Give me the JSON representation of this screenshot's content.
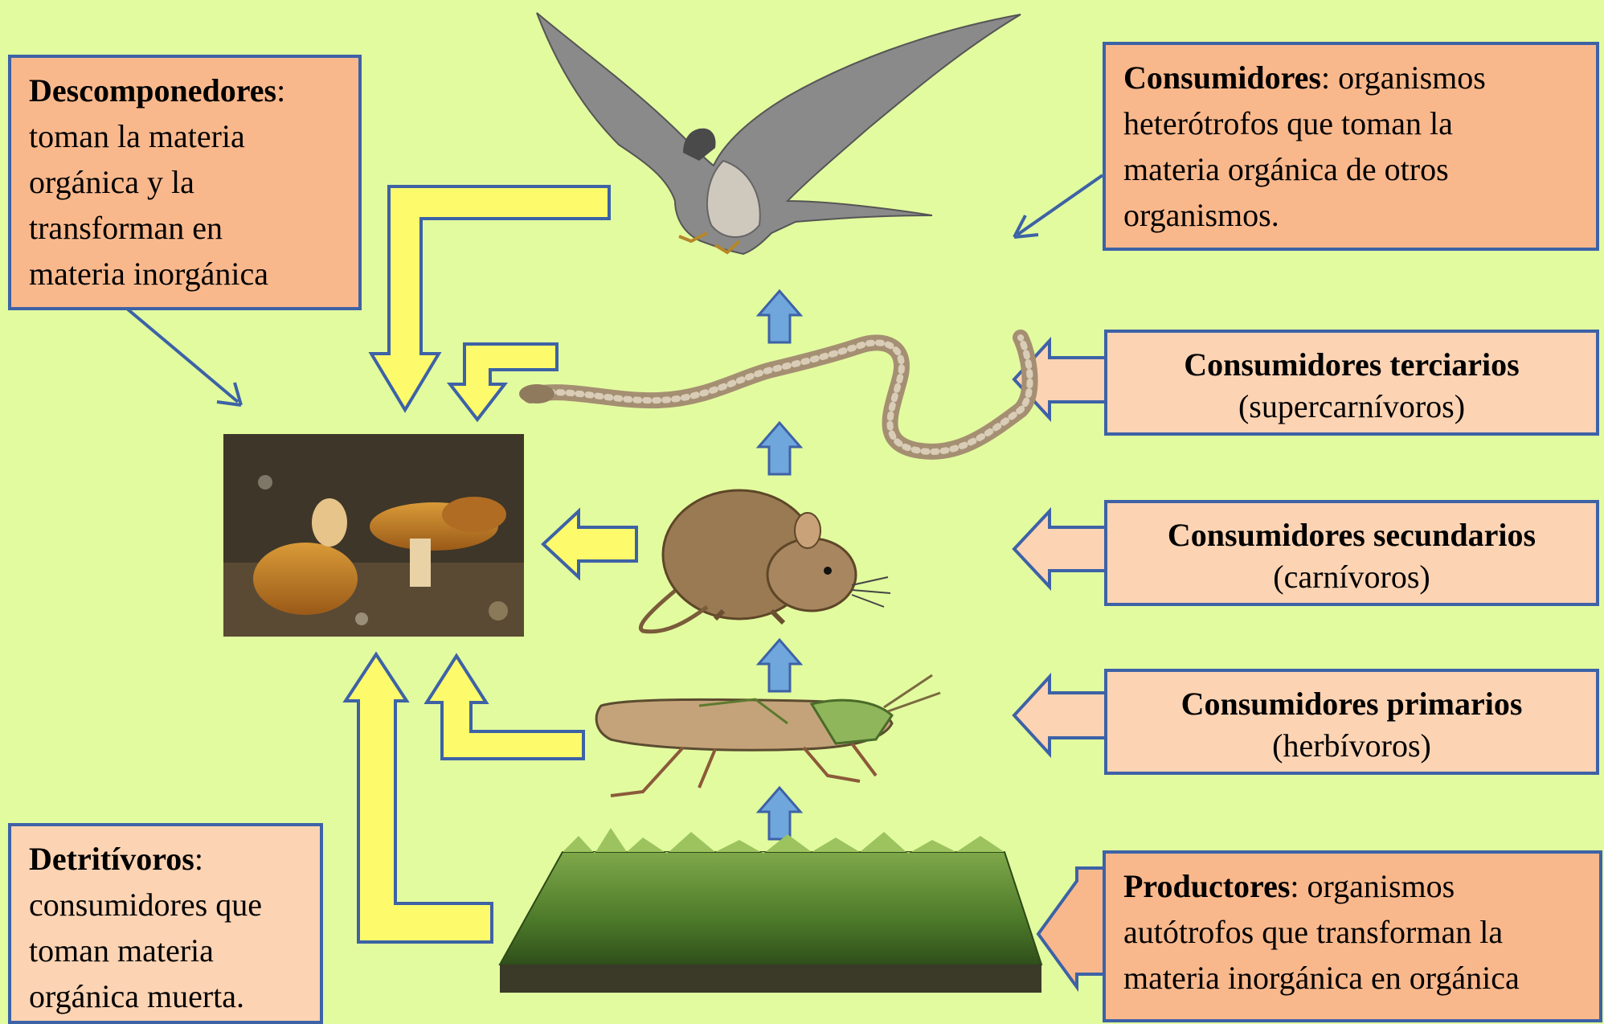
{
  "colors": {
    "background": "#e2fb9f",
    "box_border": "#3d62a6",
    "box_dark": "#f9b88c",
    "box_light": "#fcd3b3",
    "yellow_arrow": "#fdfb6b",
    "blue_arrow": "#6fa6dc"
  },
  "descomponedores": {
    "term": "Descomponedores",
    "colon": ":",
    "lines": [
      "toman la materia",
      "orgánica y la",
      "transforman en",
      "materia inorgánica"
    ]
  },
  "consumidores": {
    "term": "Consumidores",
    "lead": ": organismos",
    "lines": [
      "heterótrofos que toman la",
      "materia orgánica de otros",
      "organismos."
    ]
  },
  "terciarios": {
    "title": "Consumidores terciarios",
    "subtitle": "(supercarnívoros)"
  },
  "secundarios": {
    "title": "Consumidores secundarios",
    "subtitle": "(carnívoros)"
  },
  "primarios": {
    "title": "Consumidores primarios",
    "subtitle": "(herbívoros)"
  },
  "detritivoros": {
    "term": "Detritívoros",
    "colon": ":",
    "lines": [
      "consumidores que",
      "toman materia",
      "orgánica muerta."
    ]
  },
  "productores": {
    "term": "Productores",
    "lead": ": organismos",
    "lines": [
      "autótrofos que transforman la",
      "materia inorgánica en orgánica"
    ]
  },
  "organisms": [
    "eagle",
    "snake",
    "mouse",
    "grasshopper",
    "grass",
    "mushrooms"
  ]
}
